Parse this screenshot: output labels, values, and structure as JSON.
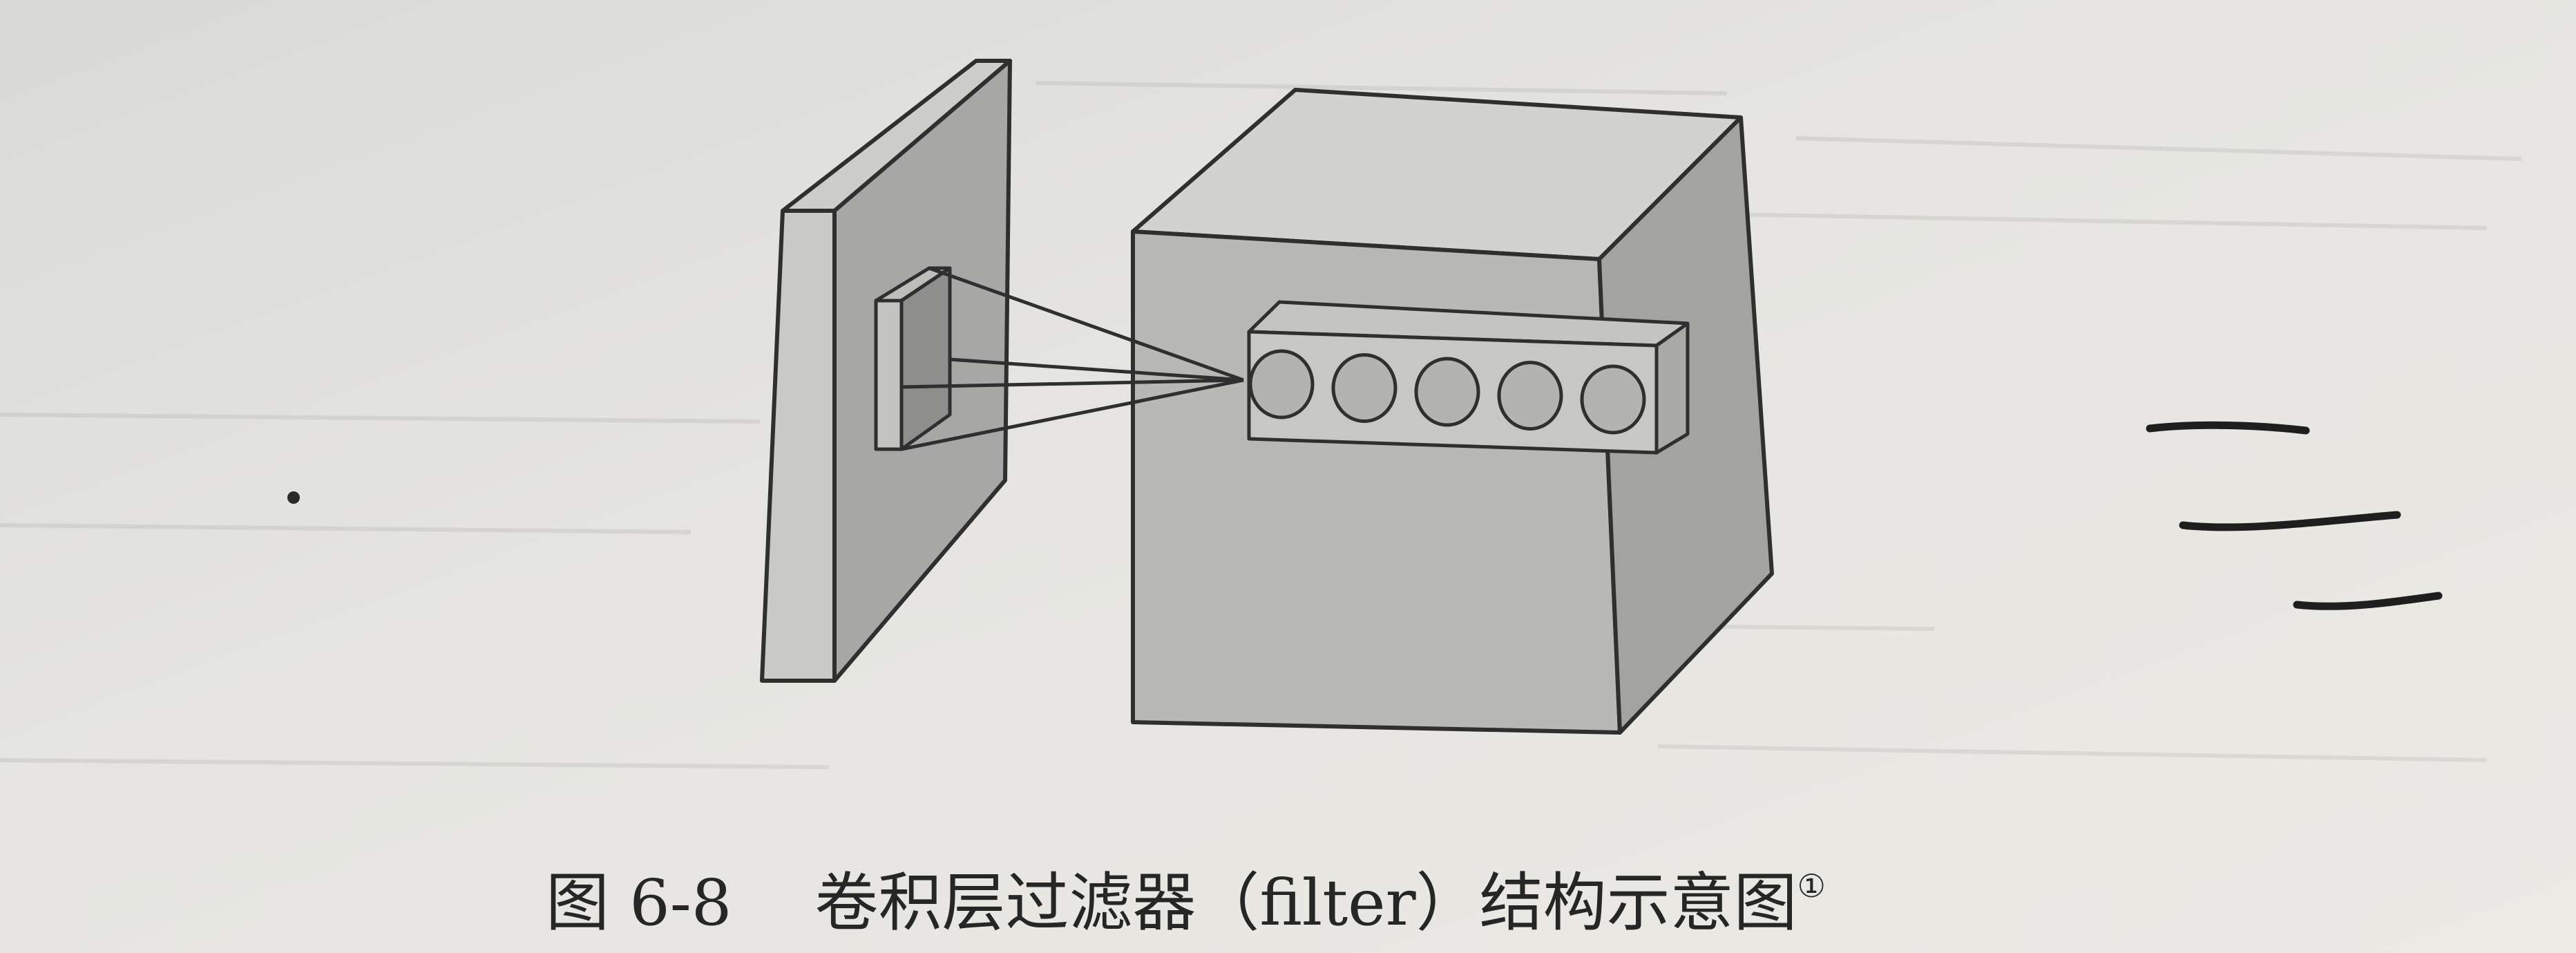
{
  "figure": {
    "number": "图 6-8",
    "title": "卷积层过滤器（filter）结构示意图",
    "footnote_mark": "①"
  },
  "diagram": {
    "input_layer_count": 1,
    "filter_window_count": 1,
    "output_nodes": 5,
    "connection_lines": 4
  }
}
